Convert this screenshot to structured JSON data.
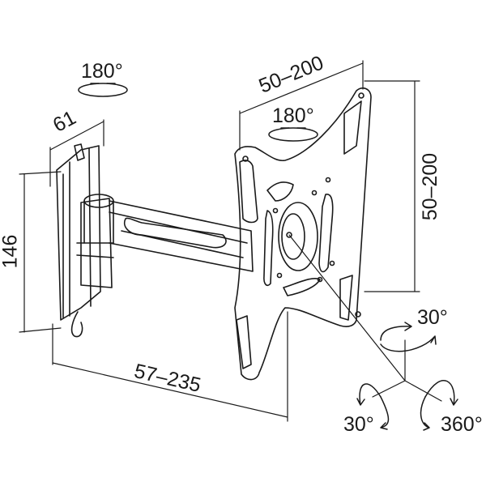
{
  "diagram": {
    "wall_plate": {
      "height_label": "146",
      "depth_label": "61",
      "swivel_label": "180°"
    },
    "vesa_plate": {
      "width_label": "50–200",
      "height_label": "50–200",
      "swivel_label": "180°"
    },
    "arm": {
      "extension_label": "57–235"
    },
    "rotation": {
      "tilt_label": "30°",
      "side_tilt_label": "30°",
      "rotate_label": "360°"
    },
    "colors": {
      "line": "#1a1a1a",
      "background": "#ffffff"
    }
  }
}
